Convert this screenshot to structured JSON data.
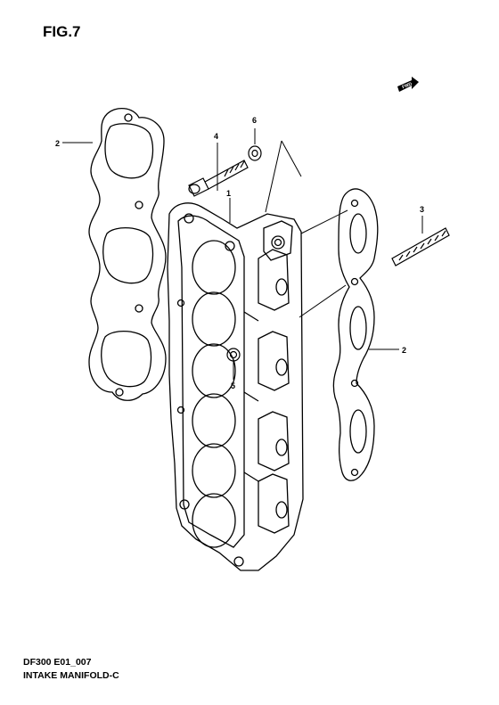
{
  "figure_label": "FIG.7",
  "diagram_code": "DF300 E01_007",
  "diagram_title": "INTAKE MANIFOLD-C",
  "fwd_label": "FWD",
  "callouts": {
    "c1": "1",
    "c2_left": "2",
    "c2_right": "2",
    "c3": "3",
    "c4": "4",
    "c5": "5",
    "c6": "6"
  }
}
